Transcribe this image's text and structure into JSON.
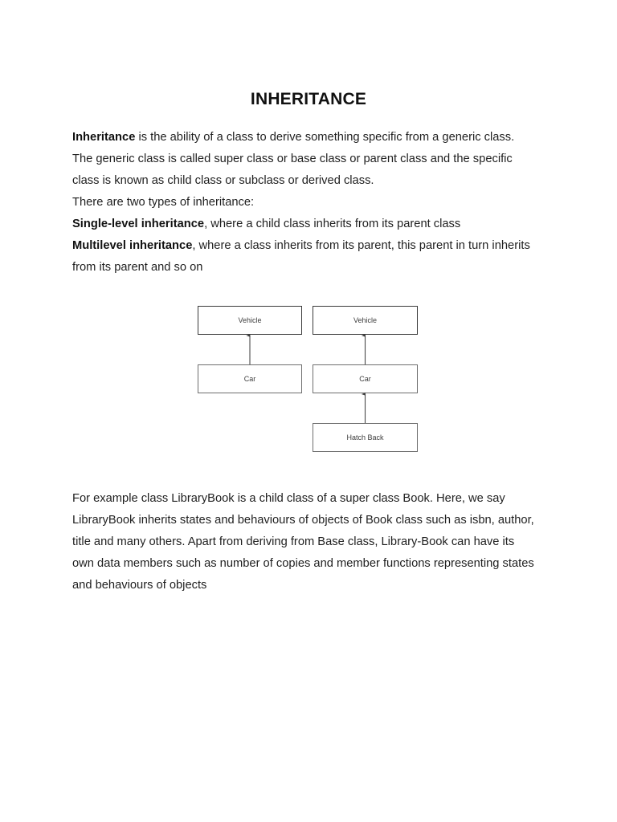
{
  "document": {
    "title": "INHERITANCE",
    "paragraphs_top": [
      {
        "id": "definition",
        "segments": [
          {
            "text": "Inheritance",
            "bold": true
          },
          {
            "text": " is the ability of a class to derive something specific from a generic class. The generic class is called super class or base class or parent class and the specific class is known as child class or subclass or derived class.",
            "bold": false
          }
        ]
      },
      {
        "id": "types-intro",
        "segments": [
          {
            "text": "There are two types of inheritance:",
            "bold": false
          }
        ]
      },
      {
        "id": "single-level",
        "segments": [
          {
            "text": "Single-level inheritance",
            "bold": true
          },
          {
            "text": ", where a child class inherits from its parent class",
            "bold": false
          }
        ]
      },
      {
        "id": "multilevel",
        "segments": [
          {
            "text": "Multilevel inheritance",
            "bold": true
          },
          {
            "text": ", where a class inherits from its parent, this parent in turn inherits from its parent and so on",
            "bold": false
          }
        ]
      }
    ],
    "paragraphs_bottom": [
      {
        "id": "example",
        "segments": [
          {
            "text": "For example class LibraryBook is a child class of a super class Book. Here, we say LibraryBook inherits states and behaviours of objects of Book class such as isbn, author, title and many others. Apart from deriving from Base class, Library-Book can have its own data members such as number of copies and member functions representing states and behaviours of objects",
            "bold": false
          }
        ]
      }
    ]
  },
  "diagram": {
    "caption": "",
    "single_level": {
      "name": "single-level-inheritance-diagram",
      "boxes": [
        {
          "label": "Vehicle",
          "role": "parent"
        },
        {
          "label": "Car",
          "role": "child"
        }
      ],
      "arrows": [
        {
          "from": "Car",
          "to": "Vehicle",
          "type": "generalization"
        }
      ]
    },
    "multilevel": {
      "name": "multilevel-inheritance-diagram",
      "boxes": [
        {
          "label": "Vehicle",
          "role": "grandparent"
        },
        {
          "label": "Car",
          "role": "parent"
        },
        {
          "label": "Hatch Back",
          "role": "child"
        }
      ],
      "arrows": [
        {
          "from": "Car",
          "to": "Vehicle",
          "type": "generalization"
        },
        {
          "from": "Hatch Back",
          "to": "Car",
          "type": "generalization"
        }
      ]
    },
    "colors": {
      "box_stroke": "#6e6e6e",
      "box_fill": "#ffffff",
      "arrow": "#4a4a4a",
      "label_text": "#3d3d3d"
    }
  }
}
